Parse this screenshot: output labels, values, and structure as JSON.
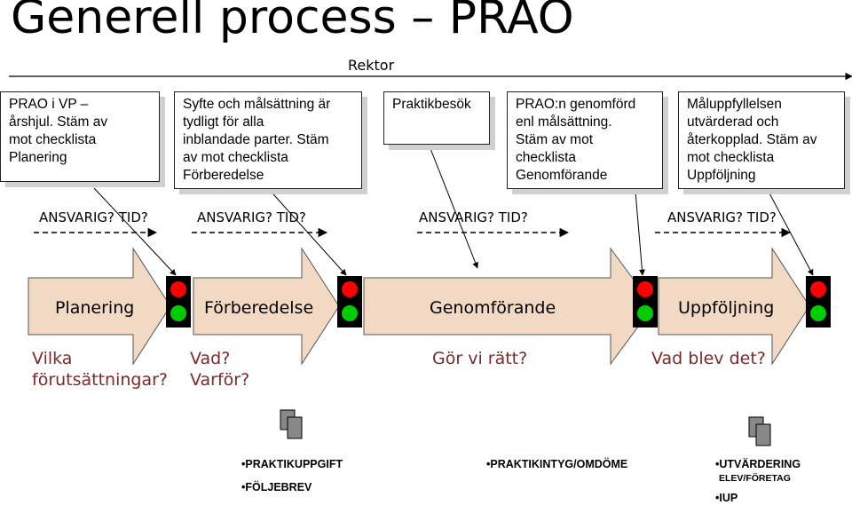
{
  "title": "Generell process – PRAO",
  "rektor": "Rektor",
  "boxes": [
    {
      "lines": [
        "PRAO i VP –",
        "årshjul. Stäm av",
        "mot checklista",
        "Planering"
      ]
    },
    {
      "lines": [
        "Syfte och målsättning är",
        "tydligt för alla",
        "inblandade parter. Stäm",
        "av mot checklista",
        "Förberedelse"
      ]
    },
    {
      "lines": [
        "Praktikbesök"
      ]
    },
    {
      "lines": [
        "PRAO:n genomförd",
        "enl målsättning.",
        "Stäm av mot",
        "checklista",
        "Genomförande"
      ]
    },
    {
      "lines": [
        "Måluppfyllelsen",
        "utvärderad och",
        "återkopplad. Stäm av",
        "mot checklista",
        "Uppföljning"
      ]
    }
  ],
  "ansvarig_label": "ANSVARIG? TID?",
  "phases": [
    "Planering",
    "Förberedelse",
    "Genomförande",
    "Uppföljning"
  ],
  "questions": [
    {
      "lines": [
        "Vilka",
        "förutsättningar?"
      ]
    },
    {
      "lines": [
        "Vad?",
        "Varför?"
      ]
    },
    {
      "lines": [
        "Gör vi rätt?"
      ]
    },
    {
      "lines": [
        "Vad blev det?"
      ]
    }
  ],
  "bottom_lists": [
    {
      "items": [
        "•PRAKTIKUPPGIFT",
        "•FÖLJEBREV"
      ]
    },
    {
      "items": [
        "•PRAKTIKINTYG/OMDÖME"
      ]
    },
    {
      "items": [
        "•UTVÄRDERING",
        "ELEV/FÖRETAG",
        "•IUP"
      ]
    }
  ],
  "colors": {
    "arrow_fill": "#f2d9c4",
    "light_red": "#ff0000",
    "light_green": "#00cc00",
    "question_text": "#7a2a2a"
  }
}
